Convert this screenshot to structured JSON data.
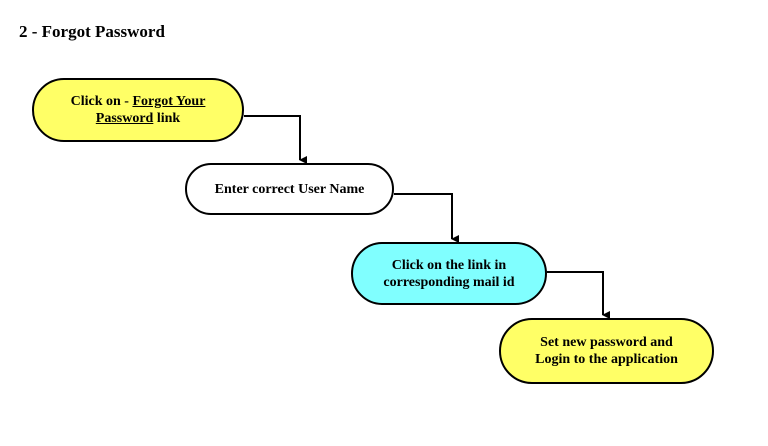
{
  "title": "2 - Forgot Password",
  "colors": {
    "yellow": "#ffff66",
    "white": "#ffffff",
    "cyan": "#80ffff",
    "border": "#000000"
  },
  "steps": [
    {
      "fill": "yellow",
      "line1": {
        "prefix": "Click on - ",
        "link": "Forgot Your"
      },
      "line2": {
        "link": "Password",
        "suffix": " link"
      }
    },
    {
      "fill": "white",
      "text": "Enter correct User Name"
    },
    {
      "fill": "cyan",
      "line1": "Click on the link in",
      "line2": "corresponding mail id"
    },
    {
      "fill": "yellow",
      "line1": "Set new password and",
      "line2": "Login to the application"
    }
  ]
}
